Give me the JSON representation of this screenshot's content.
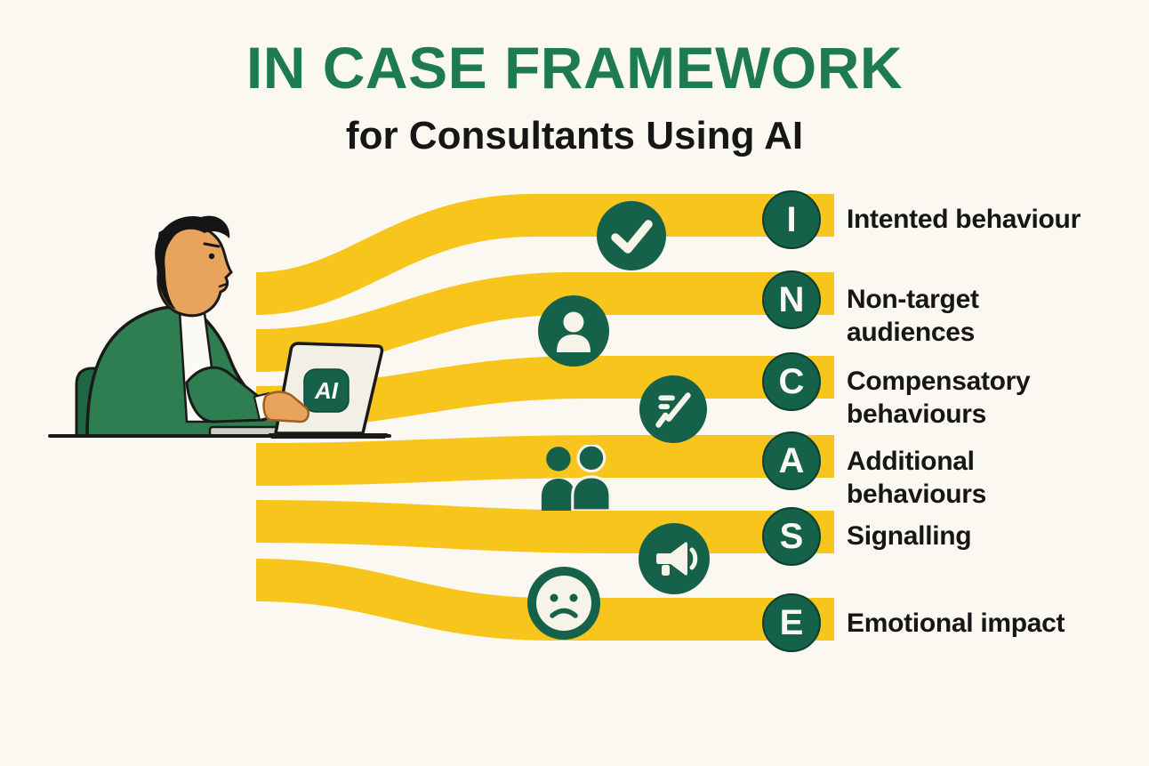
{
  "title": "IN CASE FRAMEWORK",
  "subtitle": "for Consultants Using AI",
  "laptop_badge": "AI",
  "colors": {
    "yellow": "#F8C51D",
    "green": "#15614A",
    "title_green": "#1E7B50",
    "background": "#FAF8F0",
    "text": "#161616",
    "icon_glyph": "#F6F3E8"
  },
  "rows": [
    {
      "letter": "I",
      "label": "Intented behaviour",
      "icon": "checkmark-icon"
    },
    {
      "letter": "N",
      "label": "Non-target\naudiences",
      "icon": "person-icon"
    },
    {
      "letter": "C",
      "label": "Compensatory\nbehaviours",
      "icon": "trend-chart-icon"
    },
    {
      "letter": "A",
      "label": "Additional\nbehaviours",
      "icon": "two-people-icon"
    },
    {
      "letter": "S",
      "label": "Signalling",
      "icon": "megaphone-icon"
    },
    {
      "letter": "E",
      "label": "Emotional impact",
      "icon": "sad-face-icon"
    }
  ]
}
